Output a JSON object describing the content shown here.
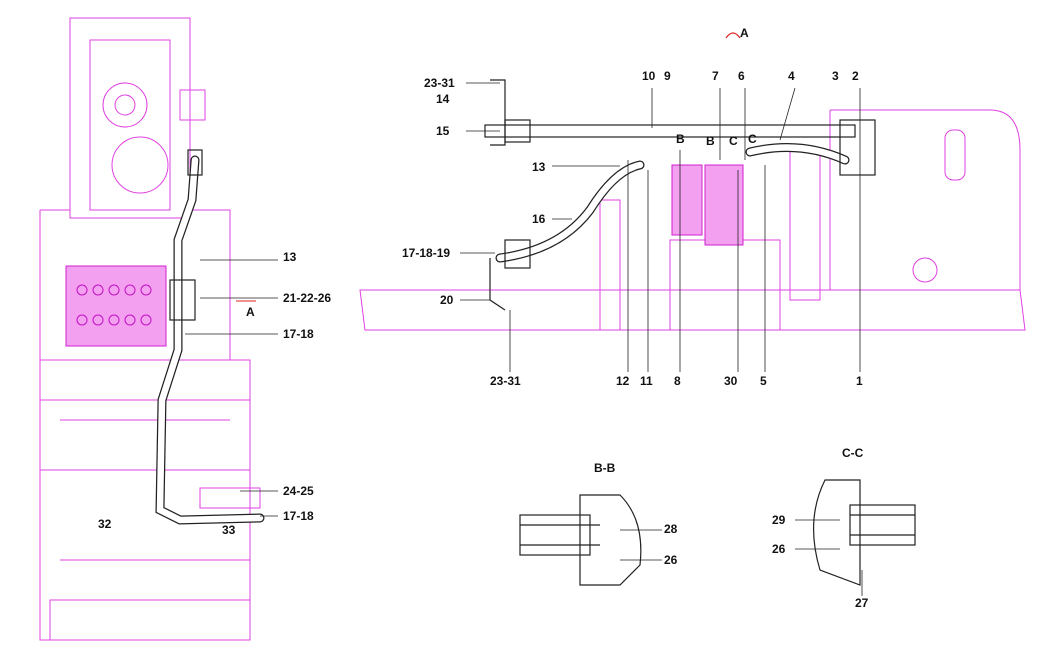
{
  "left_view": {
    "labels": [
      "13",
      "21-22-26",
      "A",
      "17-18",
      "24-25",
      "17-18",
      "32",
      "33"
    ]
  },
  "main_view": {
    "view_marker": "A",
    "labels_top": [
      "23-31",
      "14",
      "10",
      "9",
      "7",
      "6",
      "4",
      "3",
      "2"
    ],
    "labels_side": [
      "15",
      "13",
      "16",
      "17-18-19",
      "20"
    ],
    "labels_bottom": [
      "23-31",
      "12",
      "11",
      "8",
      "30",
      "5",
      "1"
    ],
    "section_markers": [
      "B",
      "B",
      "C",
      "C"
    ]
  },
  "section_bb": {
    "title": "B-B",
    "labels": [
      "28",
      "26"
    ]
  },
  "section_cc": {
    "title": "C-C",
    "labels": [
      "29",
      "26",
      "27"
    ]
  },
  "colors": {
    "frame": "#e040e0",
    "hose": "#222222",
    "marker": "#e02020"
  }
}
